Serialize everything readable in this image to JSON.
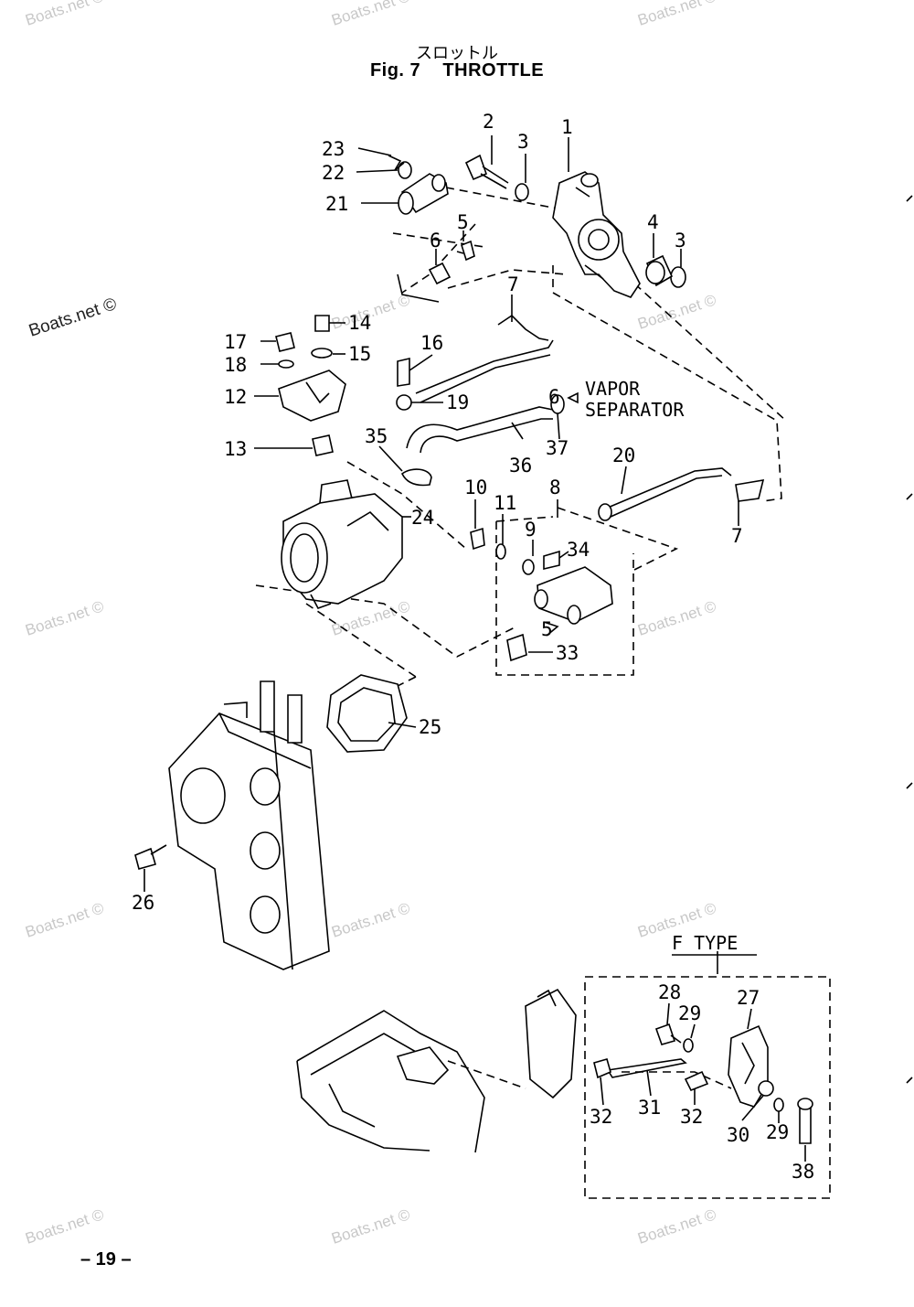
{
  "title_jp": "スロットル",
  "title_fig": "Fig. 7",
  "title_name": "THROTTLE",
  "page_number": "– 19 –",
  "watermark": "Boats.net ©",
  "watermark_dark": "Boats.net ©",
  "group_label": "F TYPE",
  "vapor_label_1": "VAPOR",
  "vapor_label_2": "SEPARATOR",
  "labels": {
    "p1": "1",
    "p2": "2",
    "p3a": "3",
    "p3b": "3",
    "p4": "4",
    "p5a": "5",
    "p5b": "5",
    "p6a": "6",
    "p6b": "6",
    "p7a": "7",
    "p7b": "7",
    "p8": "8",
    "p9": "9",
    "p10": "10",
    "p11": "11",
    "p12": "12",
    "p13": "13",
    "p14": "14",
    "p15": "15",
    "p16": "16",
    "p17": "17",
    "p18": "18",
    "p19": "19",
    "p20": "20",
    "p21": "21",
    "p22": "22",
    "p23": "23",
    "p24": "24",
    "p25": "25",
    "p26": "26",
    "p27": "27",
    "p28": "28",
    "p29a": "29",
    "p29b": "29",
    "p30": "30",
    "p31": "31",
    "p32a": "32",
    "p32b": "32",
    "p33": "33",
    "p34": "34",
    "p35": "35",
    "p36": "36",
    "p37": "37",
    "p38": "38"
  }
}
